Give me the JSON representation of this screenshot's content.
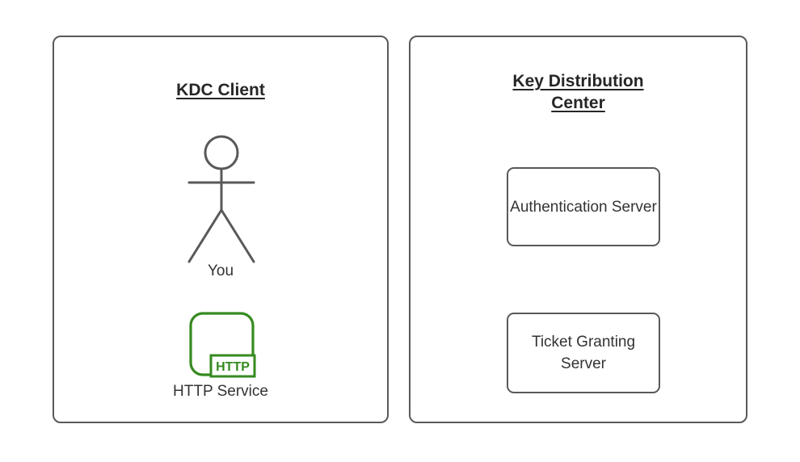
{
  "left_panel": {
    "title": "KDC Client",
    "actor_label": "You",
    "service_icon_text": "HTTP",
    "service_label": "HTTP Service"
  },
  "right_panel": {
    "title": "Key Distribution Center",
    "nodes": [
      {
        "label": "Authentication Server"
      },
      {
        "label": "Ticket Granting Server"
      }
    ]
  },
  "colors": {
    "shape_stroke_gray": "#595959",
    "title_text": "#262626",
    "body_text": "#333333",
    "service_green": "#358a1f",
    "background": "#ffffff"
  }
}
